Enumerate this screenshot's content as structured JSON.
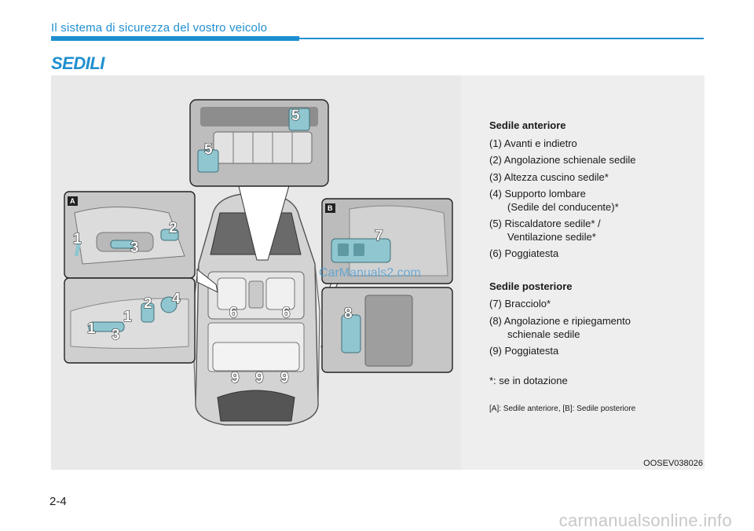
{
  "header": {
    "title": "Il sistema di sicurezza del vostro veicolo"
  },
  "section": {
    "title": "SEDILI"
  },
  "legend": {
    "front_heading": "Sedile anteriore",
    "front_items": [
      {
        "num": "(1)",
        "text": "Avanti e indietro",
        "cont": ""
      },
      {
        "num": "(2)",
        "text": "Angolazione schienale sedile",
        "cont": ""
      },
      {
        "num": "(3)",
        "text": "Altezza cuscino sedile*",
        "cont": ""
      },
      {
        "num": "(4)",
        "text": "Supporto lombare",
        "cont": "(Sedile del conducente)*"
      },
      {
        "num": "(5)",
        "text": "Riscaldatore sedile* /",
        "cont": "Ventilazione sedile*"
      },
      {
        "num": "(6)",
        "text": "Poggiatesta",
        "cont": ""
      }
    ],
    "rear_heading": "Sedile posteriore",
    "rear_items": [
      {
        "num": "(7)",
        "text": "Bracciolo*",
        "cont": ""
      },
      {
        "num": "(8)",
        "text": "Angolazione e ripiegamento",
        "cont": "schienale sedile"
      },
      {
        "num": "(9)",
        "text": "Poggiatesta",
        "cont": ""
      }
    ],
    "note": "*: se in dotazione",
    "panel_note": "[A]: Sedile anteriore, [B]: Sedile posteriore"
  },
  "figure": {
    "code": "OOSEV038026",
    "panel_a": "A",
    "panel_b": "B",
    "callouts": {
      "n1": "1",
      "n2": "2",
      "n3": "3",
      "n4": "4",
      "n5": "5",
      "n6": "6",
      "n7": "7",
      "n8": "8",
      "n9": "9"
    },
    "watermark": "CarManuals2.com"
  },
  "page": {
    "number": "2-4"
  },
  "footer": {
    "brand": "carmanualsonline.info"
  },
  "colors": {
    "accent": "#1f8fd0",
    "highlight": "#8fc6cf"
  }
}
